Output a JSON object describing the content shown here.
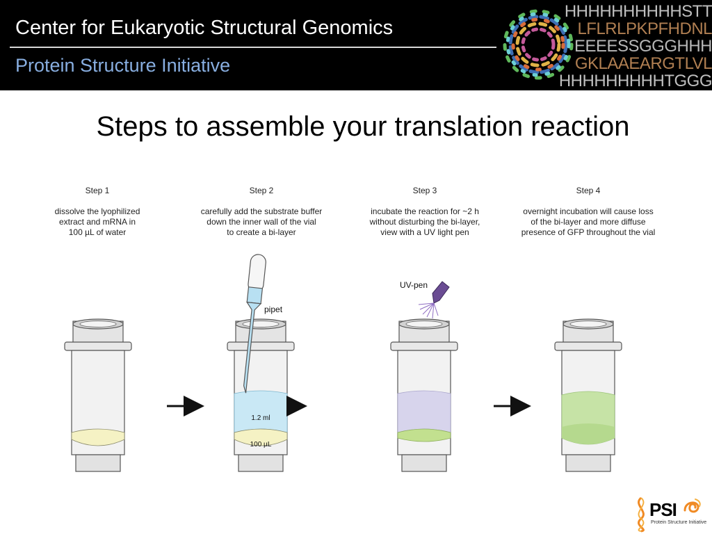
{
  "header": {
    "title": "Center for Eukaryotic Structural Genomics",
    "subtitle": "Protein Structure Initiative",
    "sequence_rows": [
      "HHHHHHHHHHSTT",
      "LFLRLPKPFHDNL",
      "EEEESSGGGHHH",
      "GKLAAEARGTLVL",
      "HHHHHHHHHTGGG"
    ]
  },
  "heading": "Steps to assemble your translation reaction",
  "steps": [
    {
      "title": "Step 1",
      "desc": [
        "dissolve the lyophilized",
        "extract and mRNA in",
        "100 µL of water"
      ]
    },
    {
      "title": "Step 2",
      "desc": [
        "carefully add the substrate buffer",
        "down the inner wall of the vial",
        "to create a bi-layer"
      ]
    },
    {
      "title": "Step 3",
      "desc": [
        "incubate the reaction for ~2 h",
        "without disturbing the bi-layer,",
        "view with a UV light pen"
      ]
    },
    {
      "title": "Step 4",
      "desc": [
        "overnight incubation will cause loss",
        "of the bi-layer and more diffuse",
        "presence of GFP throughout the vial"
      ]
    }
  ],
  "labels": {
    "pipet": "pipet",
    "uv_pen": "UV-pen",
    "volume_buffer": "1.2 ml",
    "volume_extract": "100 µL"
  },
  "logo": {
    "text": "PSI",
    "subtext": "Protein Structure Initiative"
  },
  "colors": {
    "header_bg": "#000000",
    "subtitle": "#88aee0",
    "extract_yellow": "#f5f2c4",
    "buffer_blue": "#c9e8f5",
    "buffer_lavender": "#d7d4ec",
    "gfp_green": "#c6e3a6",
    "uv_pen": "#6a4c93"
  }
}
